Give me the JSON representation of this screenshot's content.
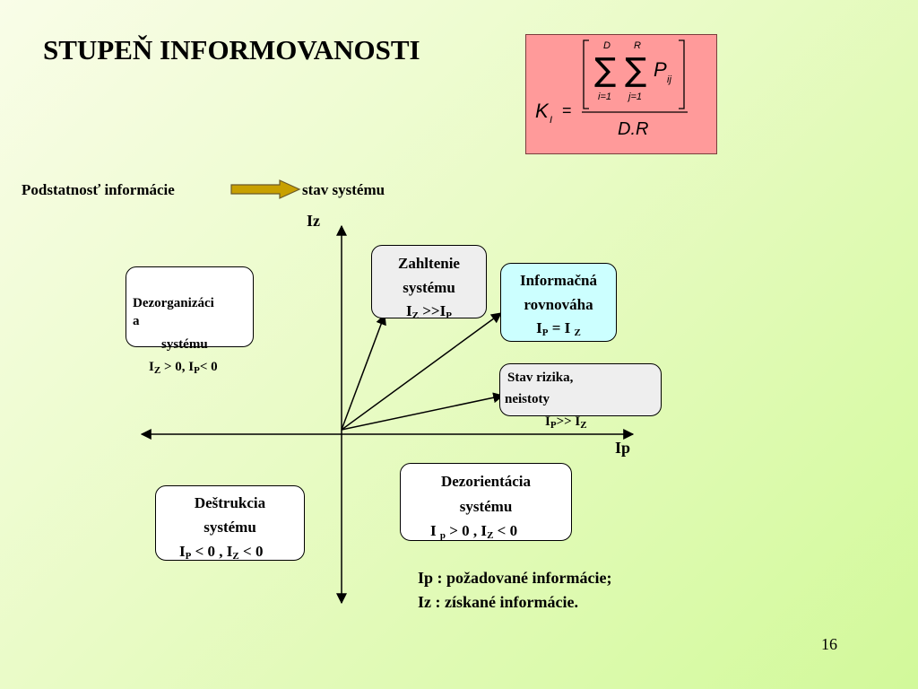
{
  "title": "STUPEŇ INFORMOVANOSTI",
  "formula": {
    "lhs": "K",
    "lhs_sub": "I",
    "equals": "=",
    "sum_outer_upper": "D",
    "sum_outer_lower": "i=1",
    "sum_inner_upper": "R",
    "sum_inner_lower": "j=1",
    "term": "P",
    "term_sub": "ij",
    "denominator": "D.R"
  },
  "relation": {
    "left": "Podstatnosť informácie",
    "right": "stav systému"
  },
  "axes": {
    "y_label": "Iz",
    "x_label": "Ip"
  },
  "quadrants": {
    "dezorganizacia": {
      "line1": "Dezorganizáci",
      "line2": "a",
      "line3": "systému",
      "cond_a": "I",
      "cond_a_sub": "Z",
      "cond_mid": " > 0, I",
      "cond_b_sub": "P",
      "cond_end": "< 0"
    },
    "zahltenie": {
      "line1": "Zahltenie",
      "line2": "systému",
      "cond_a": "I",
      "cond_a_sub": "Z",
      "cond_mid": " >>I",
      "cond_b_sub": "P"
    },
    "rovnovaha": {
      "line1": "Informačná",
      "line2": "rovnováha",
      "cond_a": "I",
      "cond_a_sub": "P",
      "cond_mid": " = I ",
      "cond_b_sub": "Z"
    },
    "riziko": {
      "line1": "Stav rizika,",
      "line2": "neistoty",
      "cond_a": "I",
      "cond_a_sub": "P",
      "cond_mid": ">> I",
      "cond_b_sub": "Z"
    },
    "dezorientacia": {
      "line1": "Dezorientácia",
      "line2": "systému",
      "cond_a": "I ",
      "cond_a_sub": "p",
      "cond_mid": " > 0 ,  I",
      "cond_b_sub": "Z",
      "cond_end": " < 0"
    },
    "destrukcia": {
      "line1": "Deštrukcia",
      "line2": "systému",
      "cond_a": "I",
      "cond_a_sub": "P",
      "cond_mid": " < 0 , I",
      "cond_b_sub": "Z",
      "cond_end": " <  0"
    }
  },
  "legend": {
    "ip": "Ip  : požadované informácie;",
    "iz": "Iz  : získané informácie."
  },
  "page_number": "16",
  "colors": {
    "formula_bg": "#ff9a9a",
    "arrow_fill": "#c8a000",
    "rovnovaha_bg": "#ccffff",
    "neutral_box_bg": "#eeeeee"
  }
}
